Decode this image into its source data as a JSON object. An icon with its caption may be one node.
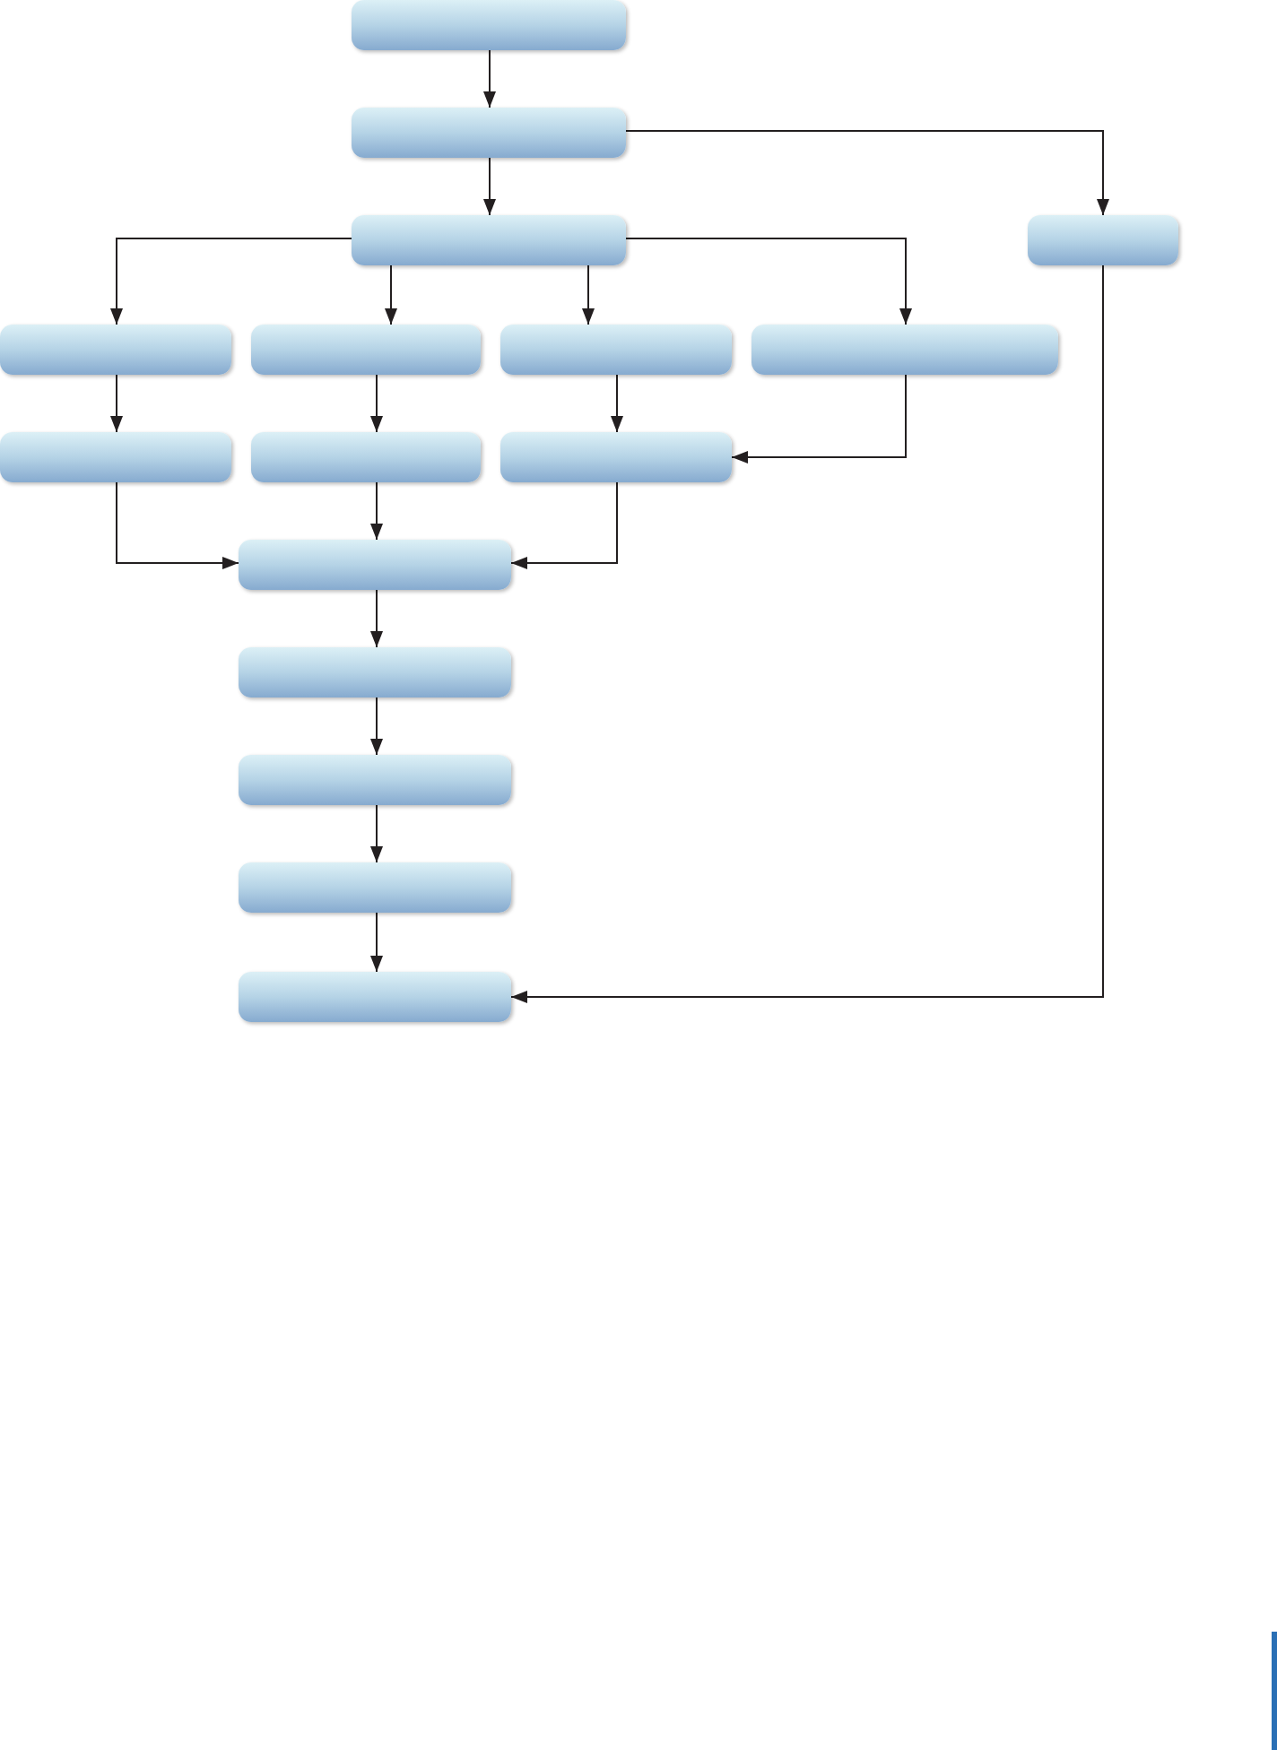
{
  "diagram": {
    "nodes": [
      {
        "text": [],
        "shape": "box"
      },
      {
        "text": [],
        "shape": "box"
      },
      {
        "text": [],
        "shape": "box"
      },
      {
        "text": [],
        "shape": "box"
      },
      {
        "text": [],
        "shape": "box"
      },
      {
        "text": [],
        "shape": "box"
      },
      {
        "text": [],
        "shape": "box"
      },
      {
        "text": [],
        "shape": "box"
      },
      {
        "text": [],
        "shape": "box"
      },
      {
        "text": [],
        "shape": "box"
      },
      {
        "text": [],
        "shape": "box"
      },
      {
        "text": [],
        "shape": "box"
      },
      {
        "text": [],
        "shape": "box"
      },
      {
        "text": [],
        "shape": "box"
      },
      {
        "text": [],
        "shape": "box"
      },
      {
        "text": [],
        "shape": "box"
      }
    ],
    "edges": [
      {
        "from": 0,
        "to": 1,
        "arrow": "to"
      },
      {
        "from": 1,
        "to": 2,
        "arrow": "to"
      },
      {
        "from": 1,
        "to": 3,
        "arrow": "to"
      },
      {
        "from": 2,
        "to": 4,
        "arrow": "to"
      },
      {
        "from": 2,
        "to": 5,
        "arrow": "to"
      },
      {
        "from": 2,
        "to": 6,
        "arrow": "to"
      },
      {
        "from": 2,
        "to": 7,
        "arrow": "to"
      },
      {
        "from": 4,
        "to": 8,
        "arrow": "to"
      },
      {
        "from": 5,
        "to": 9,
        "arrow": "to"
      },
      {
        "from": 6,
        "to": 10,
        "arrow": "to"
      },
      {
        "from": 7,
        "to": 10,
        "arrow": "to"
      },
      {
        "from": 8,
        "to": 11,
        "arrow": "to"
      },
      {
        "from": 9,
        "to": 11,
        "arrow": "to"
      },
      {
        "from": 10,
        "to": 11,
        "arrow": "to"
      },
      {
        "from": 11,
        "to": 12,
        "arrow": "to"
      },
      {
        "from": 12,
        "to": 13,
        "arrow": "to"
      },
      {
        "from": 13,
        "to": 14,
        "arrow": "to"
      },
      {
        "from": 14,
        "to": 15,
        "arrow": "to"
      },
      {
        "from": 3,
        "to": 15,
        "arrow": "to"
      }
    ]
  }
}
